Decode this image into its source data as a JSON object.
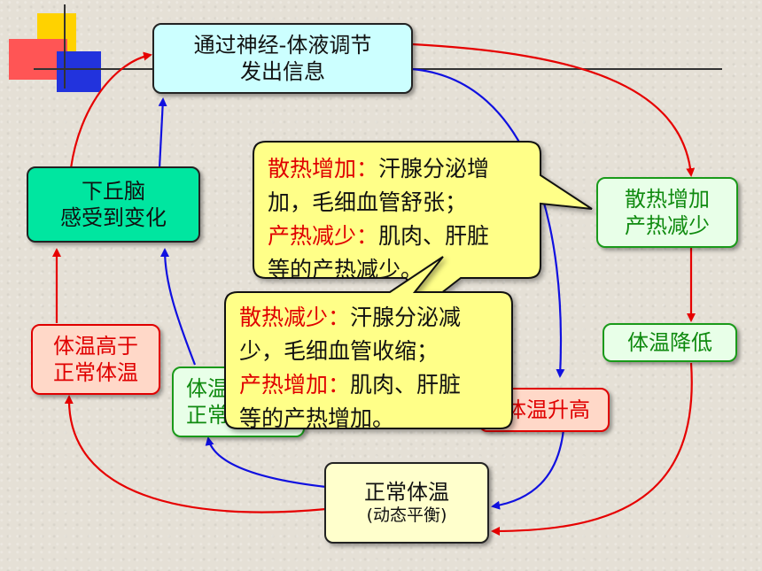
{
  "top_box": {
    "line1": "通过神经-体液调节",
    "line2": "发出信息"
  },
  "hypothalamus_box": {
    "line1": "下丘脑",
    "line2": "感受到变化"
  },
  "heat_loss_box": {
    "line1": "散热增加",
    "line2": "产热减少"
  },
  "temp_decrease_box": {
    "label": "体温降低"
  },
  "above_normal_box": {
    "line1": "体温高于",
    "line2": "正常体温"
  },
  "below_normal_box": {
    "line1": "体温",
    "line2": "正常"
  },
  "temp_rise_box": {
    "label": "体温升高"
  },
  "normal_box": {
    "line1": "正常体温",
    "line2": "(动态平衡)"
  },
  "callout_upper": {
    "line1_highlight": "散热增加：",
    "line1_rest": "汗腺分泌增",
    "line2": "加，毛细血管舒张；",
    "line3_highlight": "产热减少：",
    "line3_rest": "肌肉、肝脏",
    "line4": "等的产热减少。"
  },
  "callout_lower": {
    "line1_highlight": "散热减少：",
    "line1_rest": "汗腺分泌减",
    "line2": "少，毛细血管收缩；",
    "line3_highlight": "产热增加：",
    "line3_rest": "肌肉、肝脏",
    "line4": "等的产热增加。"
  },
  "colors": {
    "red_arrow": "#e60000",
    "blue_arrow": "#1010e0",
    "callout_fill": "#ffff88",
    "highlight": "#e00000"
  }
}
